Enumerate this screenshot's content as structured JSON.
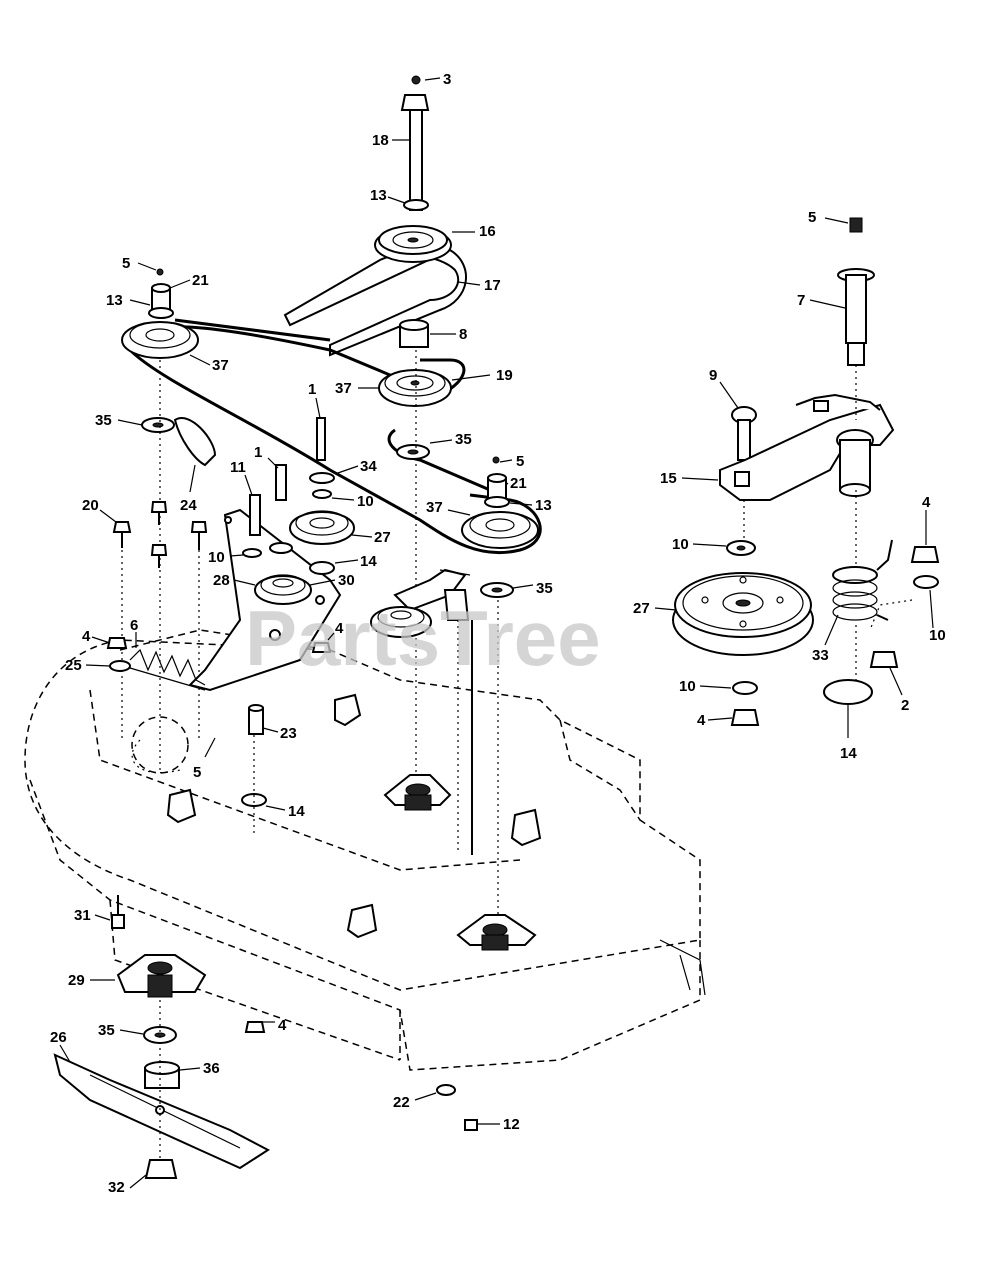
{
  "watermark": "PartsTree",
  "callouts": [
    {
      "id": "c-3-top",
      "label": "3"
    },
    {
      "id": "c-18",
      "label": "18"
    },
    {
      "id": "c-13-top",
      "label": "13"
    },
    {
      "id": "c-16",
      "label": "16"
    },
    {
      "id": "c-17",
      "label": "17"
    },
    {
      "id": "c-8",
      "label": "8"
    },
    {
      "id": "c-19",
      "label": "19"
    },
    {
      "id": "c-37-mid",
      "label": "37"
    },
    {
      "id": "c-5-left",
      "label": "5"
    },
    {
      "id": "c-21-left",
      "label": "21"
    },
    {
      "id": "c-13-left",
      "label": "13"
    },
    {
      "id": "c-37-left",
      "label": "37"
    },
    {
      "id": "c-35-left",
      "label": "35"
    },
    {
      "id": "c-24",
      "label": "24"
    },
    {
      "id": "c-1-a",
      "label": "1"
    },
    {
      "id": "c-1-b",
      "label": "1"
    },
    {
      "id": "c-34",
      "label": "34"
    },
    {
      "id": "c-35-mid",
      "label": "35"
    },
    {
      "id": "c-10-a",
      "label": "10"
    },
    {
      "id": "c-11",
      "label": "11"
    },
    {
      "id": "c-20",
      "label": "20"
    },
    {
      "id": "c-27-a",
      "label": "27"
    },
    {
      "id": "c-14-a",
      "label": "14"
    },
    {
      "id": "c-10-b",
      "label": "10"
    },
    {
      "id": "c-28",
      "label": "28"
    },
    {
      "id": "c-30",
      "label": "30"
    },
    {
      "id": "c-5-mid",
      "label": "5"
    },
    {
      "id": "c-21-mid",
      "label": "21"
    },
    {
      "id": "c-13-mid",
      "label": "13"
    },
    {
      "id": "c-37-right",
      "label": "37"
    },
    {
      "id": "c-35-right",
      "label": "35"
    },
    {
      "id": "c-4-a",
      "label": "4"
    },
    {
      "id": "c-6",
      "label": "6"
    },
    {
      "id": "c-4-b",
      "label": "4"
    },
    {
      "id": "c-25",
      "label": "25"
    },
    {
      "id": "c-23",
      "label": "23"
    },
    {
      "id": "c-5-low",
      "label": "5"
    },
    {
      "id": "c-14-b",
      "label": "14"
    },
    {
      "id": "c-31",
      "label": "31"
    },
    {
      "id": "c-29",
      "label": "29"
    },
    {
      "id": "c-4-c",
      "label": "4"
    },
    {
      "id": "c-35-low",
      "label": "35"
    },
    {
      "id": "c-26",
      "label": "26"
    },
    {
      "id": "c-36",
      "label": "36"
    },
    {
      "id": "c-22",
      "label": "22"
    },
    {
      "id": "c-12",
      "label": "12"
    },
    {
      "id": "c-32",
      "label": "32"
    },
    {
      "id": "c-5-detail",
      "label": "5"
    },
    {
      "id": "c-7",
      "label": "7"
    },
    {
      "id": "c-9",
      "label": "9"
    },
    {
      "id": "c-15",
      "label": "15"
    },
    {
      "id": "c-4-detail-a",
      "label": "4"
    },
    {
      "id": "c-10-detail-a",
      "label": "10"
    },
    {
      "id": "c-27-detail",
      "label": "27"
    },
    {
      "id": "c-33",
      "label": "33"
    },
    {
      "id": "c-10-detail-b",
      "label": "10"
    },
    {
      "id": "c-10-detail-c",
      "label": "10"
    },
    {
      "id": "c-2",
      "label": "2"
    },
    {
      "id": "c-4-detail-b",
      "label": "4"
    },
    {
      "id": "c-14-detail",
      "label": "14"
    }
  ]
}
